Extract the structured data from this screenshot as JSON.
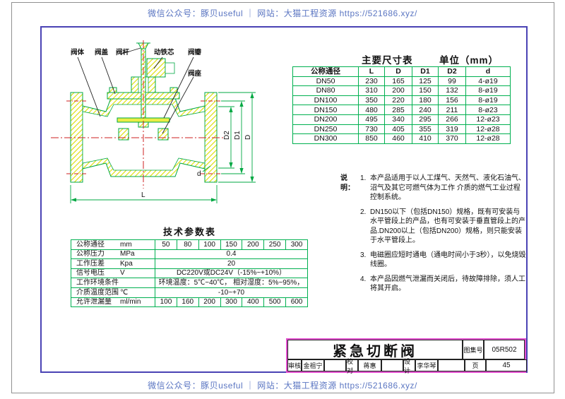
{
  "header_link": {
    "text": "微信公众号：豚贝useful ｜ 网站：大猫工程资源 https://521686.xyz/"
  },
  "footer_link": {
    "text": "微信公众号：豚贝useful ｜ 网站：大猫工程资源 https://521686.xyz/"
  },
  "accent_colors": {
    "grid_green": "#00b050",
    "centerline_red": "#cc2222",
    "frame_blue": "#4a43b4",
    "titleblock_magenta": "#e34fd0",
    "hatch_yellow": "#dddd00",
    "link_blue": "#5b76c2"
  },
  "drawing": {
    "labels": {
      "body": "阀体",
      "bonnet": "阀盖",
      "stem": "阀杆",
      "core": "动铁芯",
      "disc": "阀瓣",
      "seat": "阀座"
    },
    "dims": {
      "L": "L",
      "D": "D",
      "D1": "D1",
      "D2": "D2",
      "d": "d"
    }
  },
  "dim_table": {
    "title": "主要尺寸表",
    "unit": "单位（mm）",
    "columns": [
      "公称通径",
      "L",
      "D",
      "D1",
      "D2",
      "d"
    ],
    "rows": [
      [
        "DN50",
        "230",
        "165",
        "125",
        "99",
        "4-ø19"
      ],
      [
        "DN80",
        "310",
        "200",
        "150",
        "132",
        "8-ø19"
      ],
      [
        "DN100",
        "350",
        "220",
        "180",
        "156",
        "8-ø19"
      ],
      [
        "DN150",
        "480",
        "285",
        "240",
        "211",
        "8-ø23"
      ],
      [
        "DN200",
        "495",
        "340",
        "295",
        "266",
        "12-ø23"
      ],
      [
        "DN250",
        "730",
        "405",
        "355",
        "319",
        "12-ø28"
      ],
      [
        "DN300",
        "850",
        "460",
        "410",
        "370",
        "12-ø28"
      ]
    ]
  },
  "notes": {
    "label": "说明：",
    "items": [
      {
        "num": "1.",
        "text": "本产品适用于以人工煤气、天然气、液化石油气、沼气及其它可燃气体为工作 介质的燃气工业过程控制系统。"
      },
      {
        "num": "2.",
        "text": "DN150以下（包括DN150）规格，既有可安装与水平管段上的产品，也有可安装于垂直管段上的产品.DN200以上（包括DN200）规格，则只能安装于水平管段上。"
      },
      {
        "num": "3.",
        "text": "电磁圈应短时通电（通电时间小于3秒），以免烧毁线圈。"
      },
      {
        "num": "4.",
        "text": "本产品因燃气泄漏而关闭后，待故障排除，须人工将其开启。"
      }
    ]
  },
  "tech_table": {
    "title": "技术参数表",
    "rows": [
      {
        "label": "公称通径",
        "unit": "mm",
        "cells": [
          {
            "t": "50"
          },
          {
            "t": "80"
          },
          {
            "t": "100"
          },
          {
            "t": "150"
          },
          {
            "t": "200"
          },
          {
            "t": "250"
          },
          {
            "t": "300"
          }
        ]
      },
      {
        "label": "公称压力",
        "unit": "MPa",
        "cells": [
          {
            "t": "0.4",
            "span": 7
          }
        ]
      },
      {
        "label": "工作压差",
        "unit": "Kpa",
        "cells": [
          {
            "t": "20",
            "span": 7
          }
        ]
      },
      {
        "label": "信号电压",
        "unit": "V",
        "cells": [
          {
            "t": "DC220V或DC24V（-15%~+10%）",
            "span": 7
          }
        ]
      },
      {
        "label": "工作环境条件",
        "unit": "",
        "cells": [
          {
            "t": "环境温度：5℃~40℃，  相对湿度：5%~95%，",
            "span": 7
          }
        ]
      },
      {
        "label": "介质温度范围",
        "unit": "℃",
        "cells": [
          {
            "t": "-10~+70",
            "span": 7
          }
        ]
      },
      {
        "label": "允许泄漏量",
        "unit": "ml/min",
        "cells": [
          {
            "t": "100"
          },
          {
            "t": "160"
          },
          {
            "t": "200"
          },
          {
            "t": "300"
          },
          {
            "t": "400"
          },
          {
            "t": "500"
          },
          {
            "t": "600"
          }
        ]
      }
    ]
  },
  "title_block": {
    "title": "紧急切断阀",
    "atlas_label": "图集号",
    "atlas_no": "05R502",
    "page_label": "页",
    "page_no": "45",
    "review_label": "审核",
    "review_name": "金祖宁",
    "proof_label": "校对",
    "proof_name": "蒋惠",
    "design_label": "设计",
    "design_name": "李华琴"
  }
}
